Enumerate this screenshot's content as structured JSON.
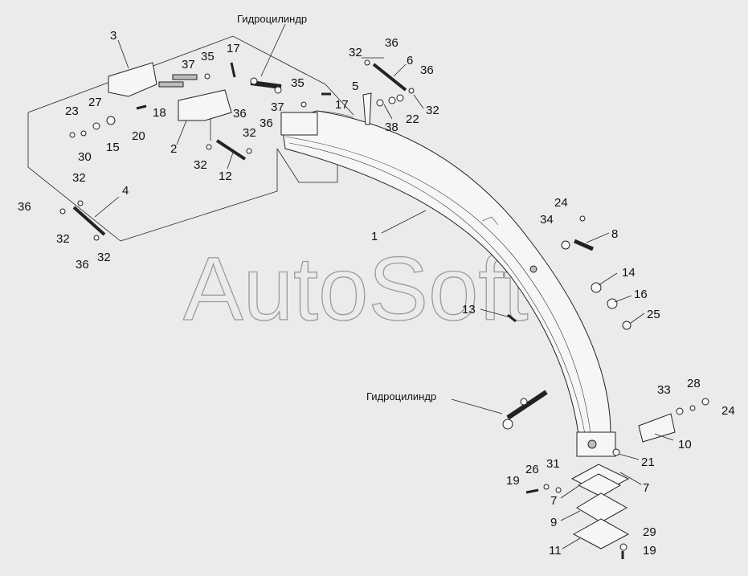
{
  "watermark": "AutoSoft",
  "captions": {
    "cyl_top": "Гидроцилиндр",
    "cyl_bottom": "Гидроцилиндр"
  },
  "labels": [
    {
      "id": "l3",
      "text": "3"
    },
    {
      "id": "l17a",
      "text": "17"
    },
    {
      "id": "l37a",
      "text": "37"
    },
    {
      "id": "l35a",
      "text": "35"
    },
    {
      "id": "l32a",
      "text": "32"
    },
    {
      "id": "l36a",
      "text": "36"
    },
    {
      "id": "l6",
      "text": "6"
    },
    {
      "id": "l36b",
      "text": "36"
    },
    {
      "id": "l35b",
      "text": "35"
    },
    {
      "id": "l5",
      "text": "5"
    },
    {
      "id": "l37b",
      "text": "37"
    },
    {
      "id": "l17b",
      "text": "17"
    },
    {
      "id": "l32b",
      "text": "32"
    },
    {
      "id": "l38",
      "text": "38"
    },
    {
      "id": "l22",
      "text": "22"
    },
    {
      "id": "l27",
      "text": "27"
    },
    {
      "id": "l23",
      "text": "23"
    },
    {
      "id": "l18",
      "text": "18"
    },
    {
      "id": "l36c",
      "text": "36"
    },
    {
      "id": "l32c",
      "text": "32"
    },
    {
      "id": "l36d",
      "text": "36"
    },
    {
      "id": "l20",
      "text": "20"
    },
    {
      "id": "l15",
      "text": "15"
    },
    {
      "id": "l30",
      "text": "30"
    },
    {
      "id": "l2",
      "text": "2"
    },
    {
      "id": "l32d",
      "text": "32"
    },
    {
      "id": "l12",
      "text": "12"
    },
    {
      "id": "l32e",
      "text": "32"
    },
    {
      "id": "l4",
      "text": "4"
    },
    {
      "id": "l36e",
      "text": "36"
    },
    {
      "id": "l32f",
      "text": "32"
    },
    {
      "id": "l36f",
      "text": "36"
    },
    {
      "id": "l32g",
      "text": "32"
    },
    {
      "id": "l1",
      "text": "1"
    },
    {
      "id": "l24a",
      "text": "24"
    },
    {
      "id": "l34",
      "text": "34"
    },
    {
      "id": "l8",
      "text": "8"
    },
    {
      "id": "l14",
      "text": "14"
    },
    {
      "id": "l16",
      "text": "16"
    },
    {
      "id": "l25",
      "text": "25"
    },
    {
      "id": "l13",
      "text": "13"
    },
    {
      "id": "l33",
      "text": "33"
    },
    {
      "id": "l28",
      "text": "28"
    },
    {
      "id": "l24b",
      "text": "24"
    },
    {
      "id": "l10",
      "text": "10"
    },
    {
      "id": "l21",
      "text": "21"
    },
    {
      "id": "l19a",
      "text": "19"
    },
    {
      "id": "l26",
      "text": "26"
    },
    {
      "id": "l31",
      "text": "31"
    },
    {
      "id": "l7a",
      "text": "7"
    },
    {
      "id": "l7b",
      "text": "7"
    },
    {
      "id": "l9",
      "text": "9"
    },
    {
      "id": "l29",
      "text": "29"
    },
    {
      "id": "l11",
      "text": "11"
    },
    {
      "id": "l19b",
      "text": "19"
    }
  ]
}
